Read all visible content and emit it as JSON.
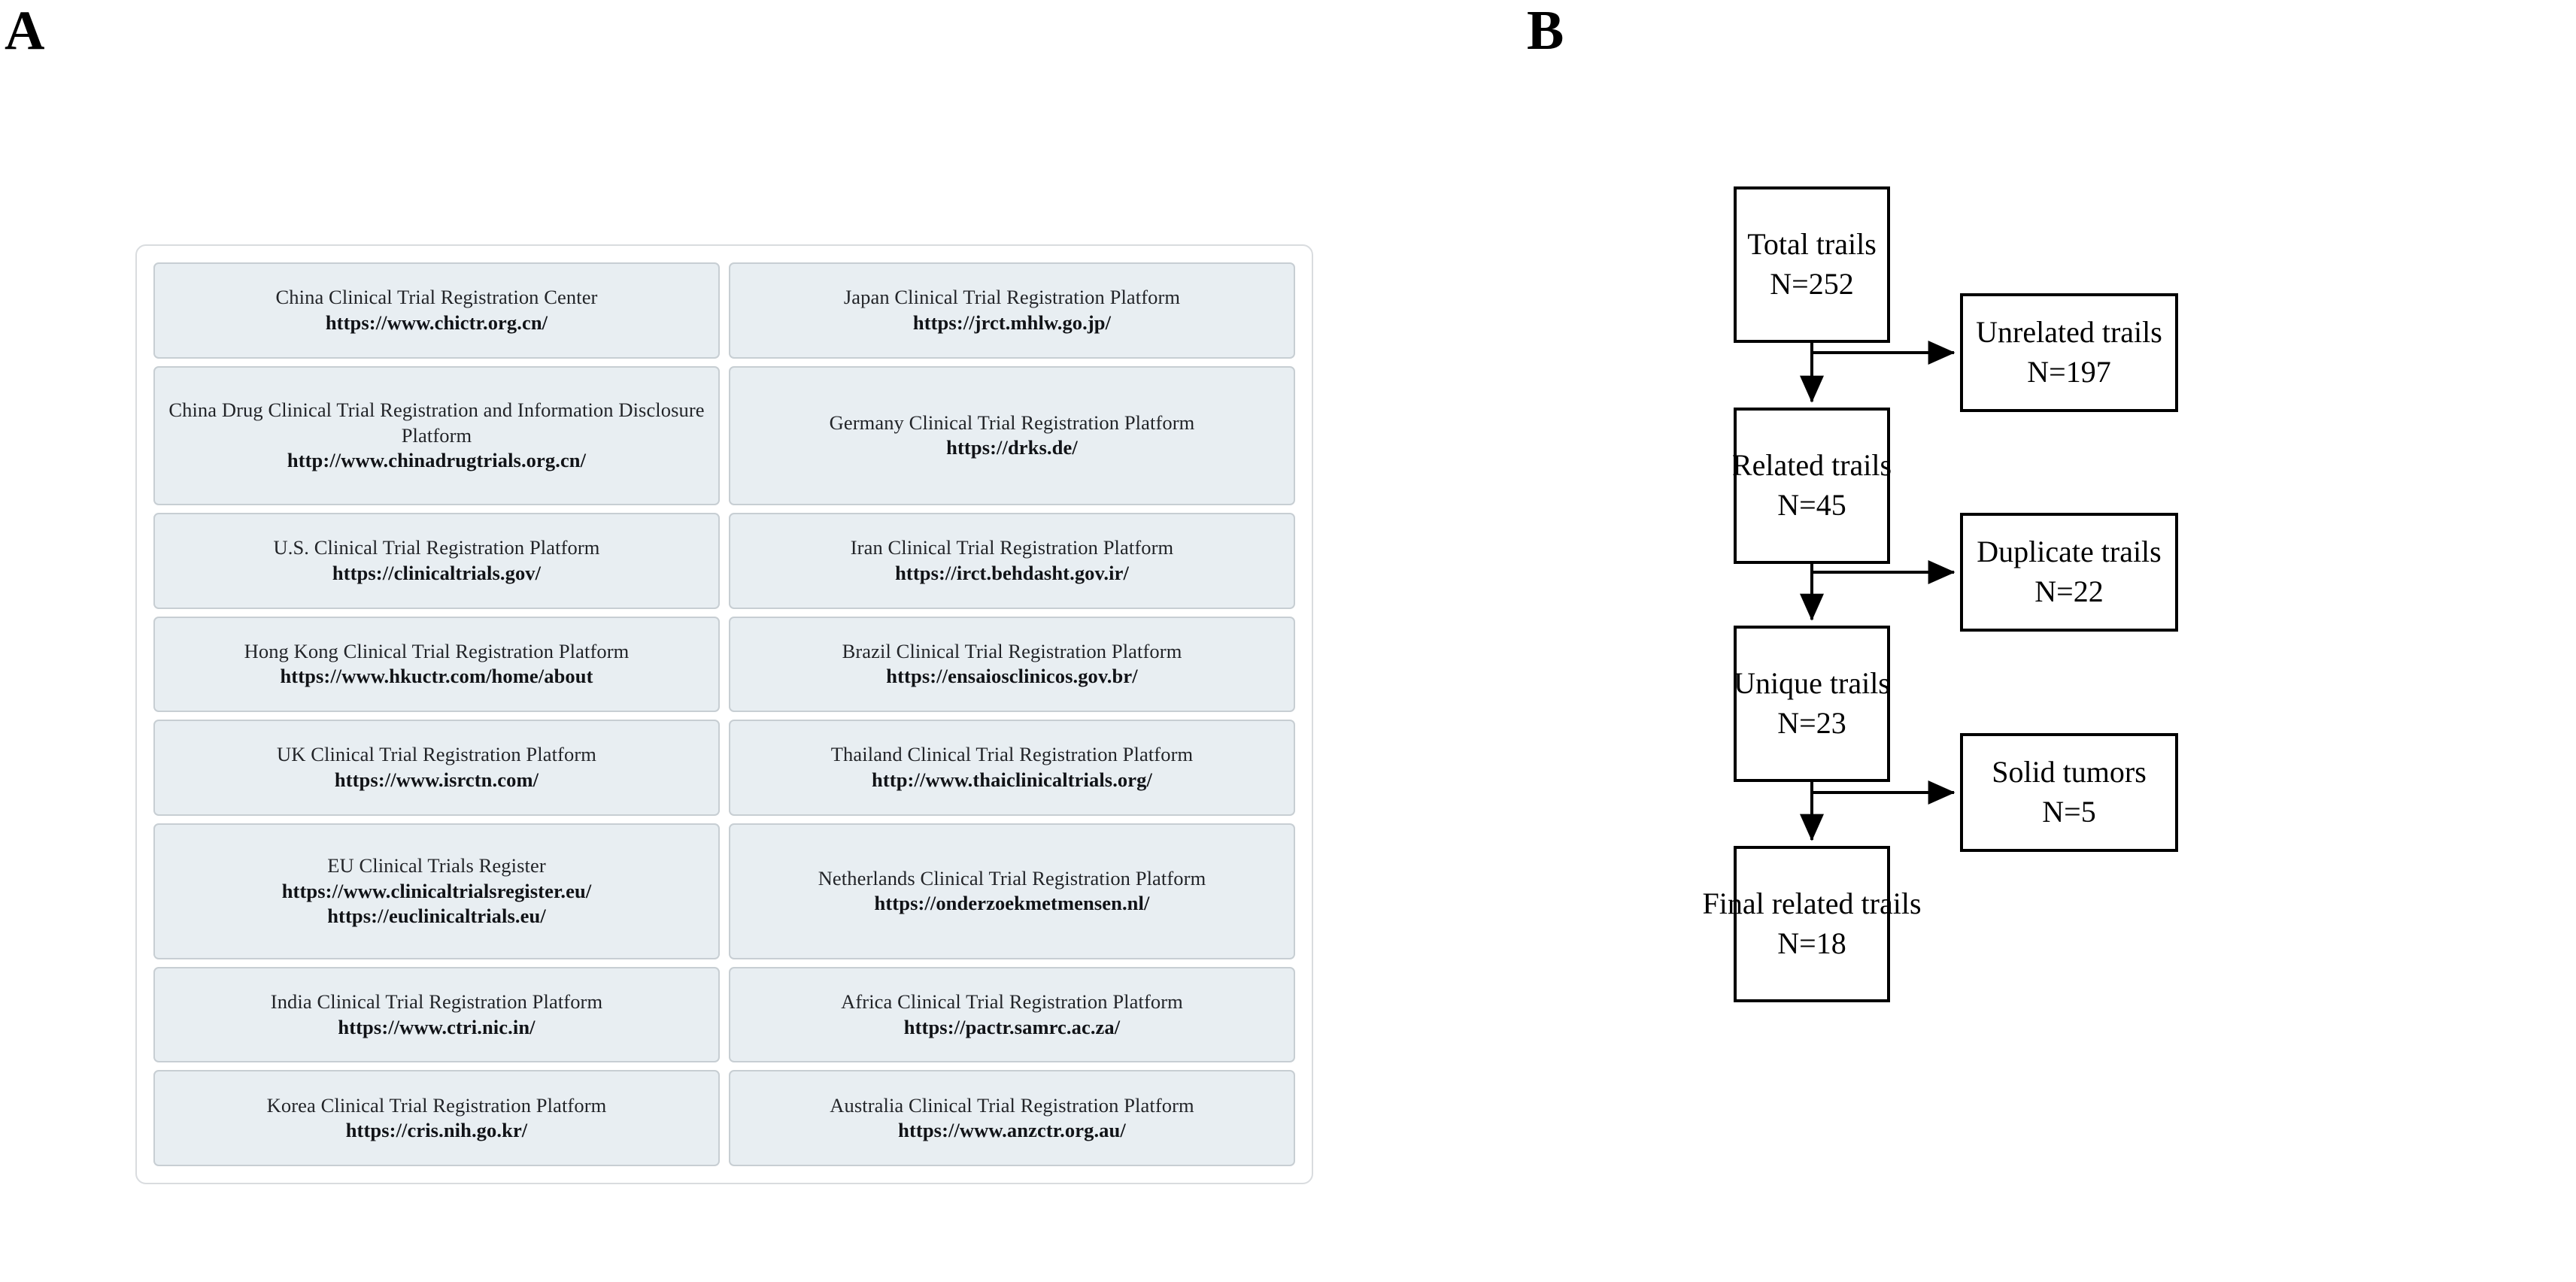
{
  "figure": {
    "panel_a_label": "A",
    "panel_b_label": "B"
  },
  "registry_table": {
    "rows": [
      [
        {
          "name": "China Clinical Trial Registration Center",
          "urls": [
            "https://www.chictr.org.cn/"
          ]
        },
        {
          "name": "Japan Clinical Trial Registration Platform",
          "urls": [
            "https://jrct.mhlw.go.jp/"
          ]
        }
      ],
      [
        {
          "name": "China Drug Clinical Trial Registration and Information Disclosure Platform",
          "urls": [
            "http://www.chinadrugtrials.org.cn/"
          ]
        },
        {
          "name": "Germany Clinical Trial Registration Platform",
          "urls": [
            "https://drks.de/"
          ]
        }
      ],
      [
        {
          "name": "U.S. Clinical Trial Registration Platform",
          "urls": [
            "https://clinicaltrials.gov/"
          ]
        },
        {
          "name": "Iran Clinical Trial Registration Platform",
          "urls": [
            "https://irct.behdasht.gov.ir/"
          ]
        }
      ],
      [
        {
          "name": "Hong Kong Clinical Trial Registration Platform",
          "urls": [
            "https://www.hkuctr.com/home/about"
          ]
        },
        {
          "name": "Brazil Clinical Trial Registration Platform",
          "urls": [
            "https://ensaiosclinicos.gov.br/"
          ]
        }
      ],
      [
        {
          "name": "UK Clinical Trial Registration Platform",
          "urls": [
            "https://www.isrctn.com/"
          ]
        },
        {
          "name": "Thailand Clinical Trial Registration Platform",
          "urls": [
            "http://www.thaiclinicaltrials.org/"
          ]
        }
      ],
      [
        {
          "name": "EU Clinical Trials Register",
          "urls": [
            "https://www.clinicaltrialsregister.eu/",
            "https://euclinicaltrials.eu/"
          ]
        },
        {
          "name": "Netherlands Clinical Trial Registration Platform",
          "urls": [
            "https://onderzoekmetmensen.nl/"
          ]
        }
      ],
      [
        {
          "name": "India Clinical Trial Registration Platform",
          "urls": [
            "https://www.ctri.nic.in/"
          ]
        },
        {
          "name": "Africa Clinical Trial Registration Platform",
          "urls": [
            "https://pactr.samrc.ac.za/"
          ]
        }
      ],
      [
        {
          "name": "Korea Clinical Trial Registration Platform",
          "urls": [
            "https://cris.nih.go.kr/"
          ]
        },
        {
          "name": "Australia Clinical Trial Registration Platform",
          "urls": [
            "https://www.anzctr.org.au/"
          ]
        }
      ]
    ]
  },
  "flowchart": {
    "type": "flow",
    "main_boxes": [
      {
        "id": "total",
        "label": "Total trails",
        "count_label": "N=252"
      },
      {
        "id": "related",
        "label": "Related trails",
        "count_label": "N=45"
      },
      {
        "id": "unique",
        "label": "Unique trails",
        "count_label": "N=23"
      },
      {
        "id": "final",
        "label": "Final related trails",
        "count_label": "N=18"
      }
    ],
    "excluded_boxes": [
      {
        "id": "unrelated",
        "label": "Unrelated trails",
        "count_label": "N=197"
      },
      {
        "id": "duplicate",
        "label": "Duplicate trails",
        "count_label": "N=22"
      },
      {
        "id": "solid",
        "label": "Solid tumors",
        "count_label": "N=5"
      }
    ],
    "counts": {
      "total": 252,
      "unrelated": 197,
      "related": 45,
      "duplicate": 22,
      "unique": 23,
      "solid_tumors": 5,
      "final_related": 18
    }
  },
  "colors": {
    "cell_fill": "#e8eef2",
    "cell_border": "#c7ced3",
    "panel_border": "#d9dcdf",
    "flow_stroke": "#000000",
    "page_background": "#ffffff"
  }
}
